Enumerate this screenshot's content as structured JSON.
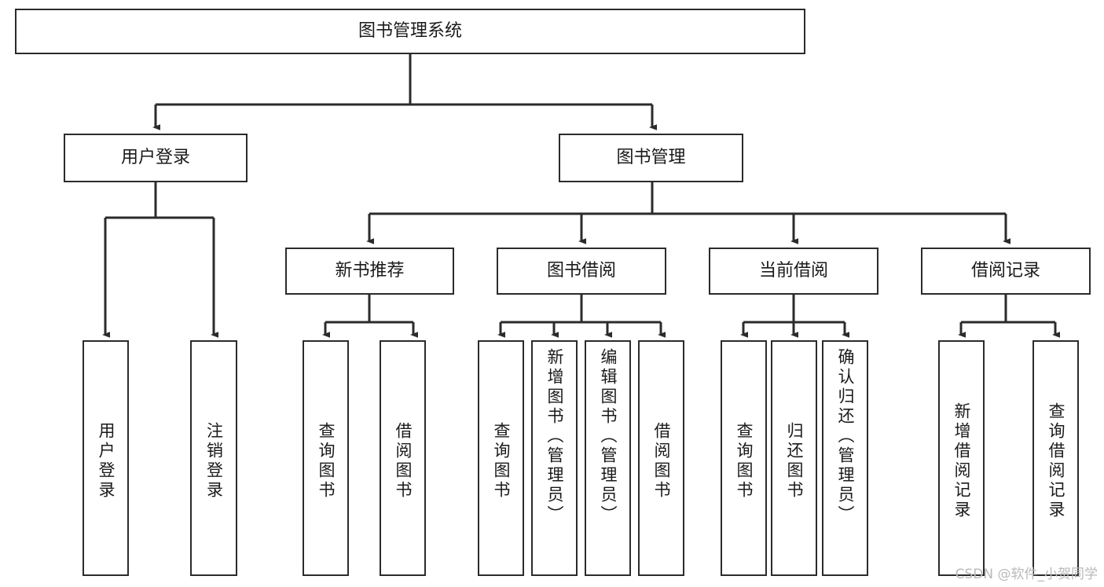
{
  "diagram": {
    "title": "图书管理系统",
    "type": "tree-hierarchy-chart",
    "watermark": "CSDN @软件_小贺同学",
    "colors": {
      "box_border": "#2b2b2b",
      "box_fill": "#ffffff",
      "edge": "#2b2b2b",
      "text": "#1a1a1a",
      "watermark": "#b9b9b9",
      "background": "#ffffff"
    },
    "nodes": {
      "root": {
        "label": "图书管理系统"
      },
      "level2": [
        {
          "id": "user-login",
          "label": "用户登录"
        },
        {
          "id": "book-manage",
          "label": "图书管理"
        }
      ],
      "level3": [
        {
          "id": "new-book-recommend",
          "label": "新书推荐"
        },
        {
          "id": "book-borrow",
          "label": "图书借阅"
        },
        {
          "id": "current-borrow",
          "label": "当前借阅"
        },
        {
          "id": "borrow-record",
          "label": "借阅记录"
        }
      ],
      "leaves": {
        "user-login": [
          {
            "id": "leaf-user-login",
            "label": "用户登录"
          },
          {
            "id": "leaf-logout-login",
            "label": "注销登录"
          }
        ],
        "new-book-recommend": [
          {
            "id": "leaf-query-book-1",
            "label": "查询图书"
          },
          {
            "id": "leaf-borrow-book-1",
            "label": "借阅图书"
          }
        ],
        "book-borrow": [
          {
            "id": "leaf-query-book-2",
            "label": "查询图书"
          },
          {
            "id": "leaf-add-book-admin",
            "label": "新增图书（管理员）"
          },
          {
            "id": "leaf-edit-book-admin",
            "label": "编辑图书（管理员）"
          },
          {
            "id": "leaf-borrow-book-2",
            "label": "借阅图书"
          }
        ],
        "current-borrow": [
          {
            "id": "leaf-query-book-3",
            "label": "查询图书"
          },
          {
            "id": "leaf-return-book",
            "label": "归还图书"
          },
          {
            "id": "leaf-confirm-return-admin",
            "label": "确认归还（管理员）"
          }
        ],
        "borrow-record": [
          {
            "id": "leaf-add-borrow-record",
            "label": "新增借阅记录"
          },
          {
            "id": "leaf-query-borrow-record",
            "label": "查询借阅记录"
          }
        ]
      }
    }
  }
}
